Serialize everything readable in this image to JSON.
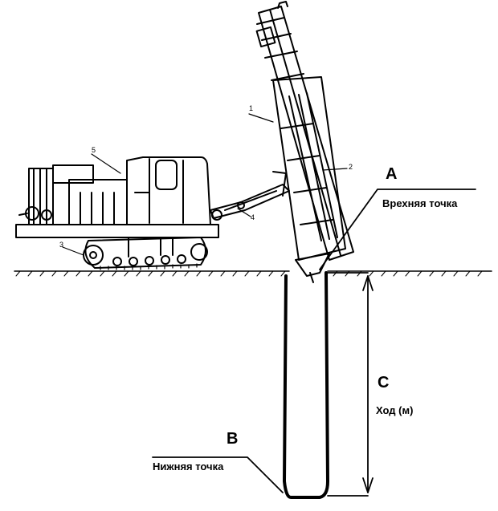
{
  "labels": {
    "a_letter": "A",
    "a_text": "Врехняя точка",
    "b_letter": "B",
    "b_text": "Нижняя точка",
    "c_letter": "C",
    "c_text": "Ход (м)"
  },
  "callouts": {
    "n1": "1",
    "n2": "2",
    "n3": "3",
    "n4": "4",
    "n5": "5"
  },
  "colors": {
    "ink": "#000000",
    "background": "#ffffff"
  }
}
